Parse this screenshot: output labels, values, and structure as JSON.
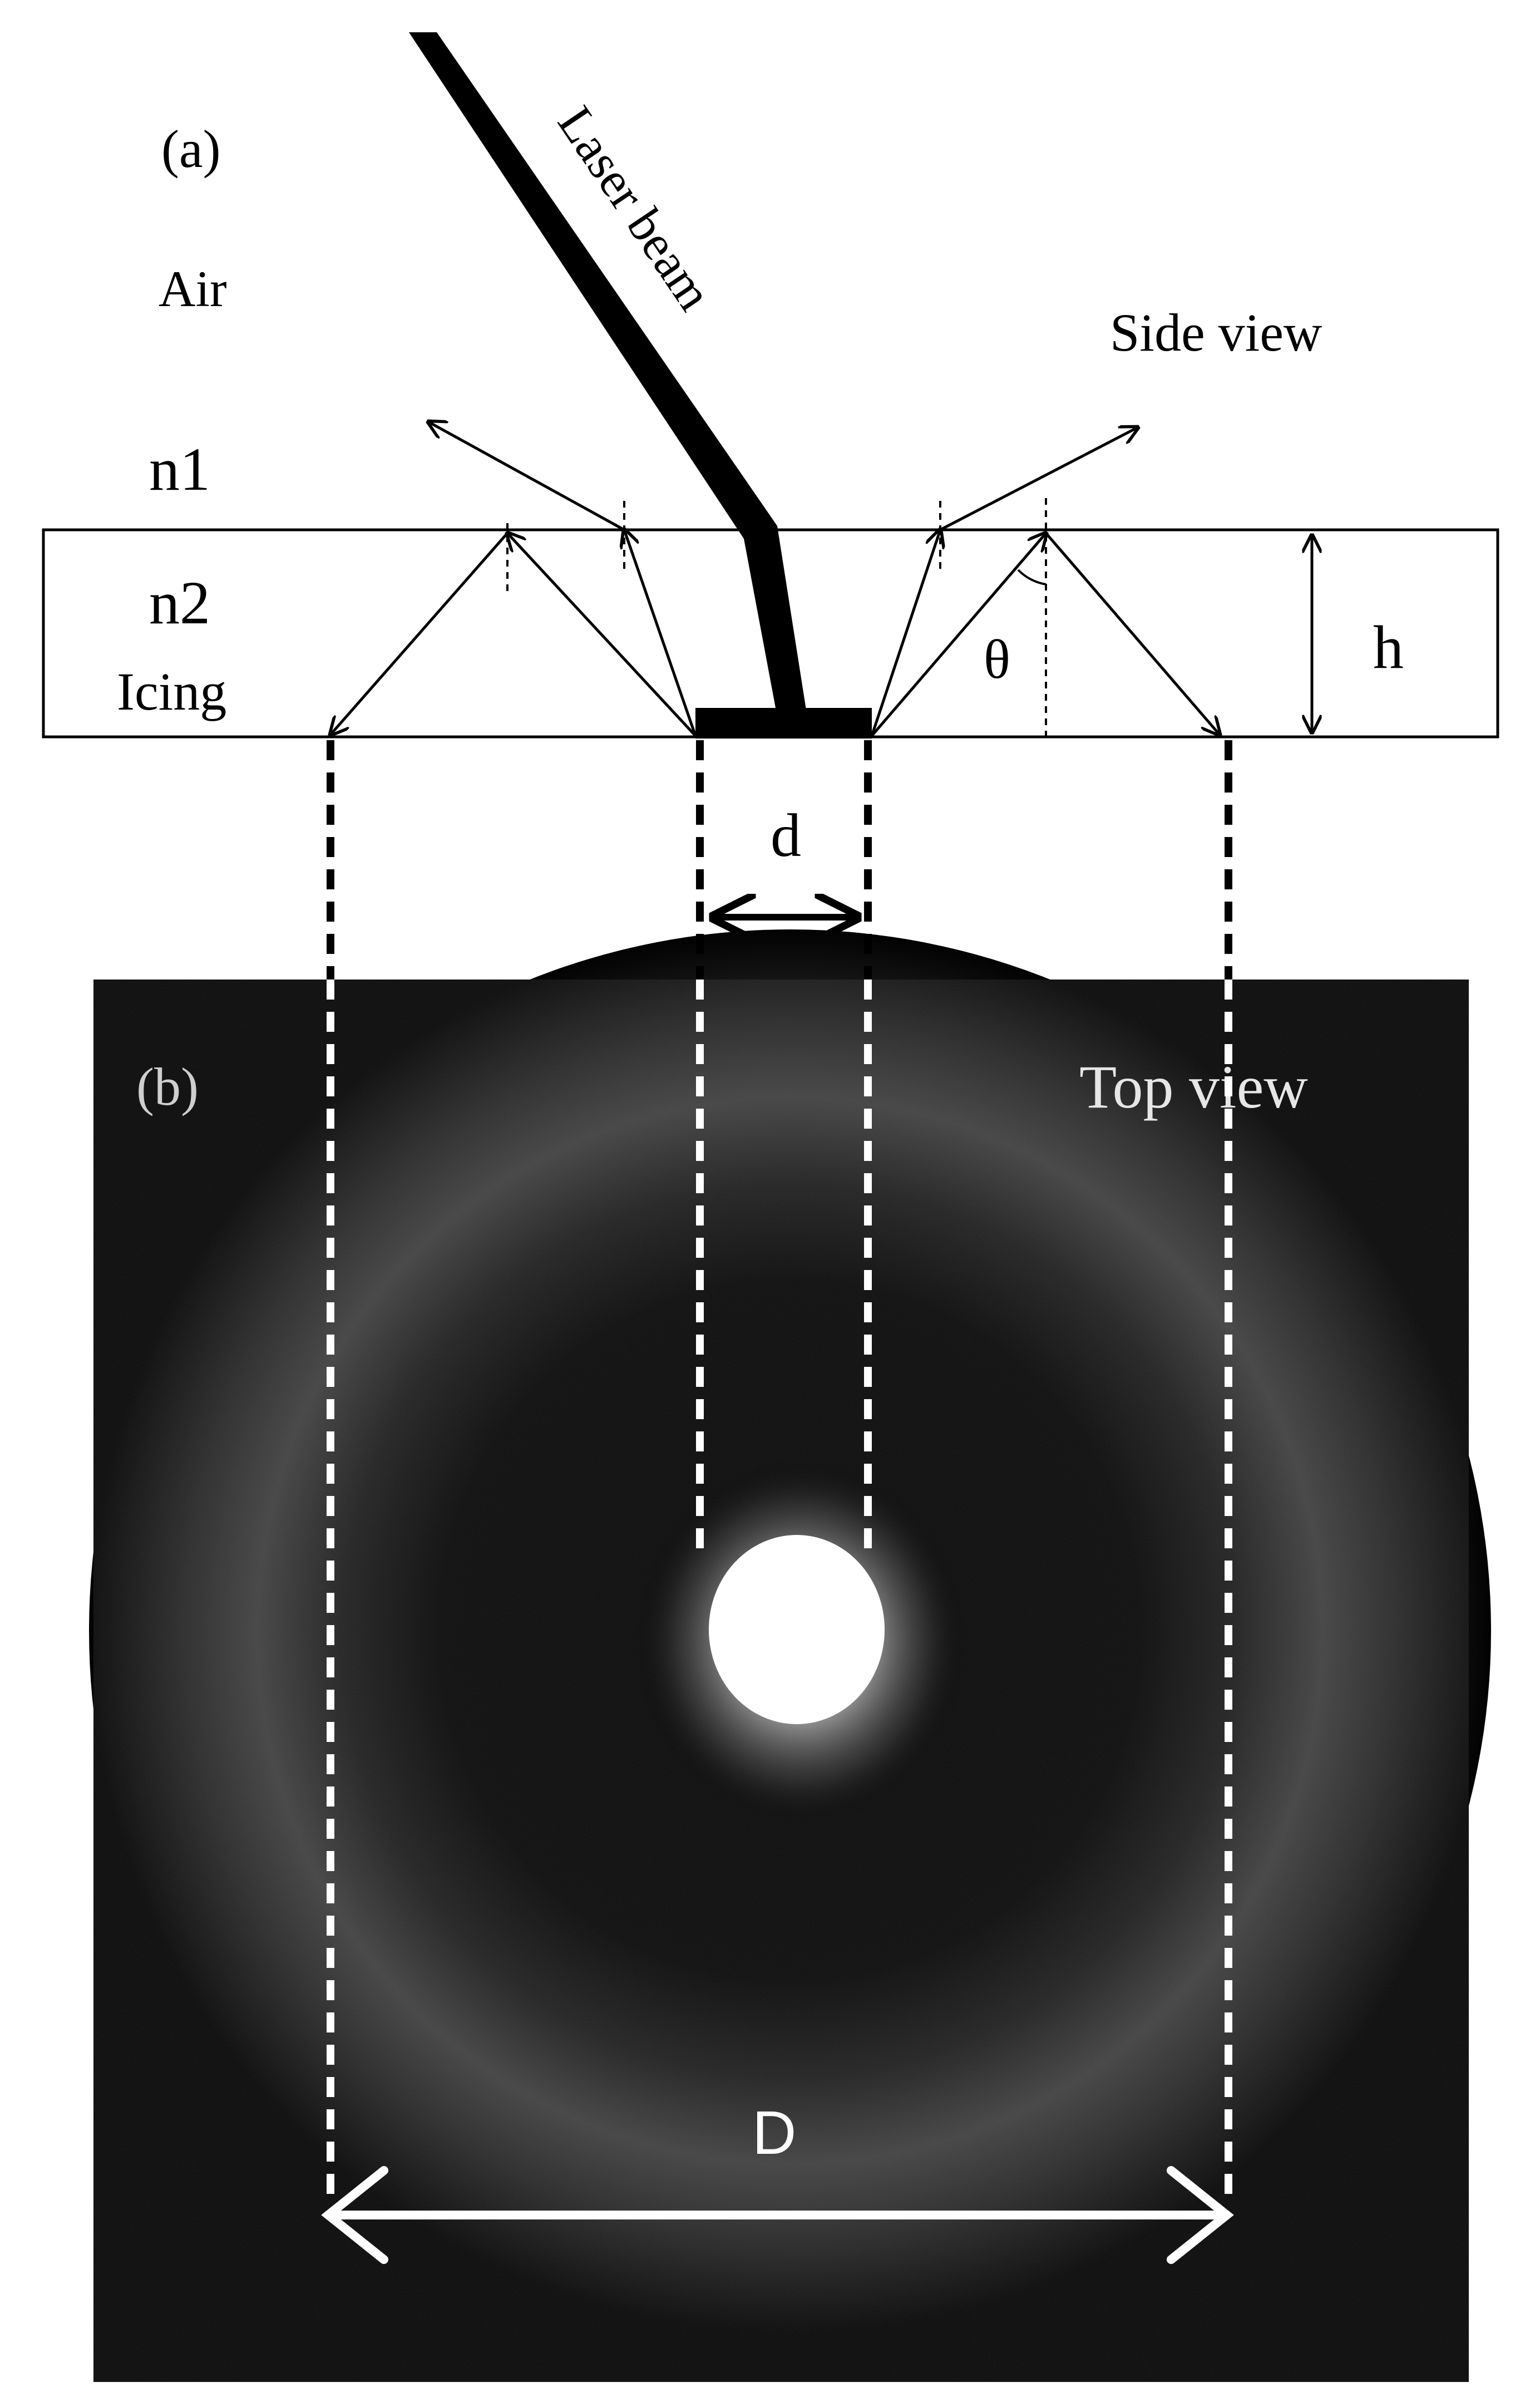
{
  "panel_a": {
    "label": "(a)",
    "medium_top": "Air",
    "index_top": "n1",
    "index_layer": "n2",
    "layer_name": "Icing",
    "beam_label": "Laser beam",
    "view_label": "Side view",
    "angle_symbol": "θ",
    "thickness_symbol": "h",
    "spot_symbol": "d"
  },
  "panel_b": {
    "label": "(b)",
    "view_label": "Top view",
    "ring_symbol": "D"
  },
  "colors": {
    "line": "#000000",
    "background": "#ffffff",
    "photo_background": "#020202",
    "ring_glow": "#3a3a3a",
    "overlay_line": "#ffffff"
  }
}
